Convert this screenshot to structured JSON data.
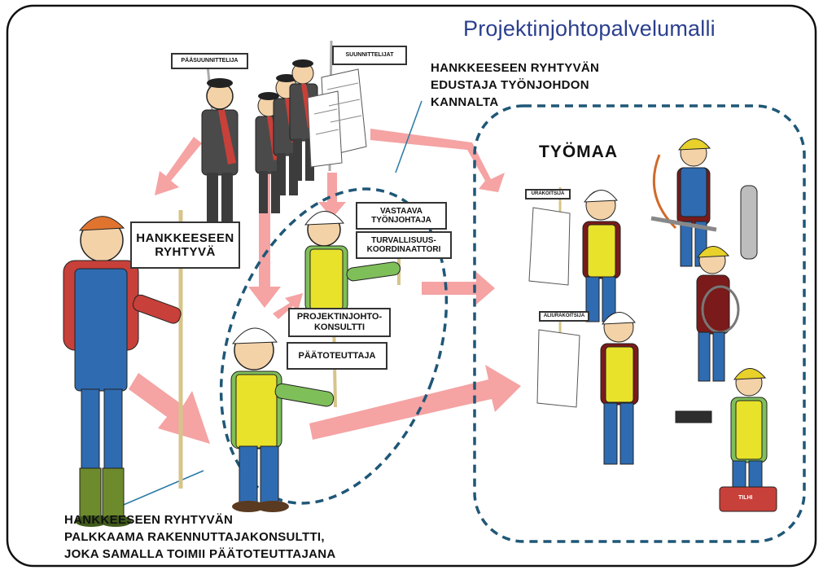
{
  "title": "Projektinjohtopalvelumalli",
  "annotations": {
    "client_rep": [
      "HANKKEESEEN RYHTYVÄN",
      "EDUSTAJA TYÖNJOHDON",
      "KANNALTA"
    ],
    "consultant": [
      "HANKKEESEEN RYHTYVÄN",
      "PALKKAAMA RAKENNUTTAJAKONSULTTI,",
      "JOKA SAMALLA TOIMII PÄÄTOTEUTTAJANA"
    ]
  },
  "site_label": "TYÖMAA",
  "signs": {
    "lead_designer": "PÄÄSUUNNITTELIJA",
    "designers": "SUUNNITTELIJAT",
    "client": [
      "HANKKEESEEN",
      "RYHTYVÄ"
    ],
    "site_manager": [
      "VASTAAVA",
      "TYÖNJOHTAJA"
    ],
    "safety_coordinator": [
      "TURVALLISUUS-",
      "KOORDINAATTORI"
    ],
    "pm_consultant": [
      "PROJEKTINJOHTO-",
      "KONSULTTI"
    ],
    "main_implementer": "PÄÄTOTEUTTAJA",
    "contractor": "URAKOITSIJA",
    "subcontractor": "ALIURAKOITSIJA",
    "toolbox": "TILHI"
  },
  "colors": {
    "frame": "#111111",
    "title": "#2b3f8e",
    "dashed": "#1f5777",
    "arrow": "#f5a3a3",
    "vest": "#e8e22a",
    "overalls": "#2f6bb0",
    "shirt_red": "#c8403a",
    "suit": "#4a4a4a"
  }
}
